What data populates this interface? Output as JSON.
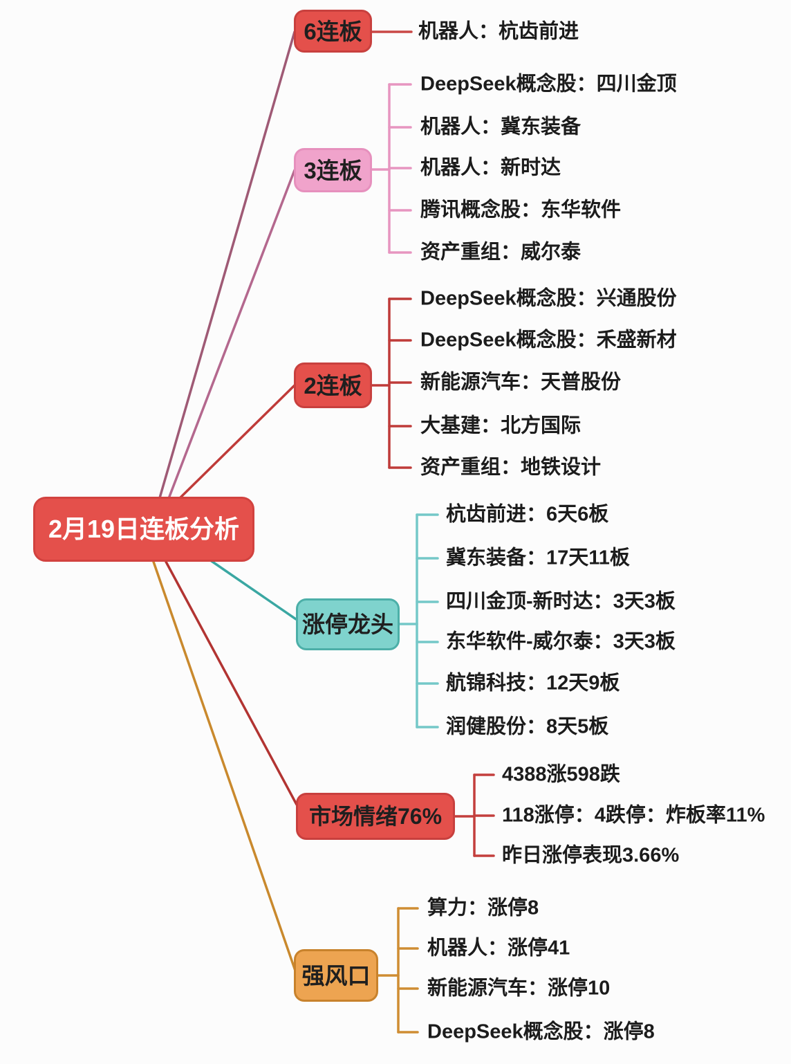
{
  "root": {
    "label": "2月19日连板分析"
  },
  "branches": [
    {
      "label": "6连板",
      "children": [
        {
          "label": "机器人：杭齿前进"
        }
      ]
    },
    {
      "label": "3连板",
      "children": [
        {
          "label": "DeepSeek概念股：四川金顶"
        },
        {
          "label": "机器人：冀东装备"
        },
        {
          "label": "机器人：新时达"
        },
        {
          "label": "腾讯概念股：东华软件"
        },
        {
          "label": "资产重组：威尔泰"
        }
      ]
    },
    {
      "label": "2连板",
      "children": [
        {
          "label": "DeepSeek概念股：兴通股份"
        },
        {
          "label": "DeepSeek概念股：禾盛新材"
        },
        {
          "label": "新能源汽车：天普股份"
        },
        {
          "label": "大基建：北方国际"
        },
        {
          "label": "资产重组：地铁设计"
        }
      ]
    },
    {
      "label": "涨停龙头",
      "children": [
        {
          "label": "杭齿前进：6天6板"
        },
        {
          "label": "冀东装备：17天11板"
        },
        {
          "label": "四川金顶-新时达：3天3板"
        },
        {
          "label": "东华软件-威尔泰：3天3板"
        },
        {
          "label": "航锦科技：12天9板"
        },
        {
          "label": "润健股份：8天5板"
        }
      ]
    },
    {
      "label": "市场情绪76%",
      "children": [
        {
          "label": "4388涨598跌"
        },
        {
          "label": "118涨停：4跌停：炸板率11%"
        },
        {
          "label": "昨日涨停表现3.66%"
        }
      ]
    },
    {
      "label": "强风口",
      "children": [
        {
          "label": "算力：涨停8"
        },
        {
          "label": "机器人：涨停41"
        },
        {
          "label": "新能源汽车：涨停10"
        },
        {
          "label": "DeepSeek概念股：涨停8"
        }
      ]
    }
  ],
  "colors": {
    "node_red": "#e4504b",
    "node_pink": "#f0a3cb",
    "node_teal": "#7fd3cd",
    "node_orange": "#eda451",
    "line_rose": "#9f5a75",
    "line_pink": "#b4688e",
    "line_dark_red": "#bf3b39",
    "line_teal": "#3aa7a2",
    "line_orange": "#c9892d",
    "bracket_pink": "#e795c0",
    "bracket_teal": "#74c8c8",
    "bracket_red": "#c33f3d",
    "bracket_orange": "#cf8d33",
    "text_dark": "#1c1c1c",
    "text_white": "#ffffff",
    "background": "#fcfcfc"
  }
}
